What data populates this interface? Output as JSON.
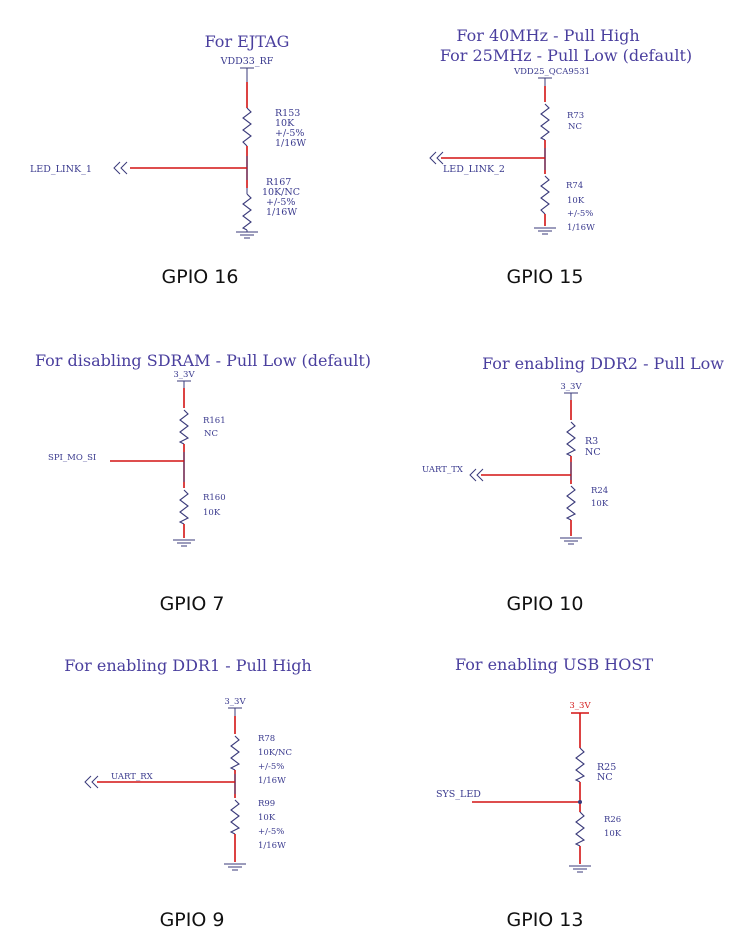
{
  "circuits": [
    {
      "id": "gpio16",
      "header": [
        "For EJTAG"
      ],
      "supply": "VDD33_RF",
      "supply_red": false,
      "net": "LED_LINK_1",
      "upper": {
        "ref": "R153",
        "vals": [
          "10K",
          "+/-5%",
          "1/16W"
        ]
      },
      "lower": {
        "ref": "R167",
        "vals": [
          "10K/NC",
          "+/-5%",
          "1/16W"
        ]
      },
      "caption": "GPIO 16"
    },
    {
      "id": "gpio15",
      "header": [
        "For 40MHz - Pull High",
        "For 25MHz - Pull Low (default)"
      ],
      "supply": "VDD25_QCA9531",
      "supply_red": false,
      "net": "LED_LINK_2",
      "upper": {
        "ref": "R73",
        "vals": [
          "NC"
        ]
      },
      "lower": {
        "ref": "R74",
        "vals": [
          "10K",
          "+/-5%",
          "1/16W"
        ]
      },
      "caption": "GPIO 15"
    },
    {
      "id": "gpio7",
      "header": [
        "For disabling SDRAM - Pull Low (default)"
      ],
      "supply": "3_3V",
      "supply_red": false,
      "net": "SPI_MO_SI",
      "upper": {
        "ref": "R161",
        "vals": [
          "NC"
        ]
      },
      "lower": {
        "ref": "R160",
        "vals": [
          "10K"
        ]
      },
      "caption": "GPIO 7"
    },
    {
      "id": "gpio10",
      "header": [
        "For enabling DDR2 - Pull Low"
      ],
      "supply": "3_3V",
      "supply_red": false,
      "net": "UART_TX",
      "upper": {
        "ref": "R3",
        "vals": [
          "NC"
        ]
      },
      "lower": {
        "ref": "R24",
        "vals": [
          "10K"
        ]
      },
      "caption": "GPIO 10"
    },
    {
      "id": "gpio9",
      "header": [
        "For enabling DDR1 - Pull High"
      ],
      "supply": "3_3V",
      "supply_red": false,
      "net": "UART_RX",
      "upper": {
        "ref": "R78",
        "vals": [
          "10K/NC",
          "+/-5%",
          "1/16W"
        ]
      },
      "lower": {
        "ref": "R99",
        "vals": [
          "10K",
          "+/-5%",
          "1/16W"
        ]
      },
      "caption": "GPIO 9"
    },
    {
      "id": "gpio13",
      "header": [
        "For enabling USB HOST"
      ],
      "supply": "3_3V",
      "supply_red": true,
      "net": "SYS_LED",
      "upper": {
        "ref": "R25",
        "vals": [
          "NC"
        ]
      },
      "lower": {
        "ref": "R26",
        "vals": [
          "10K"
        ]
      },
      "caption": "GPIO 13"
    }
  ]
}
